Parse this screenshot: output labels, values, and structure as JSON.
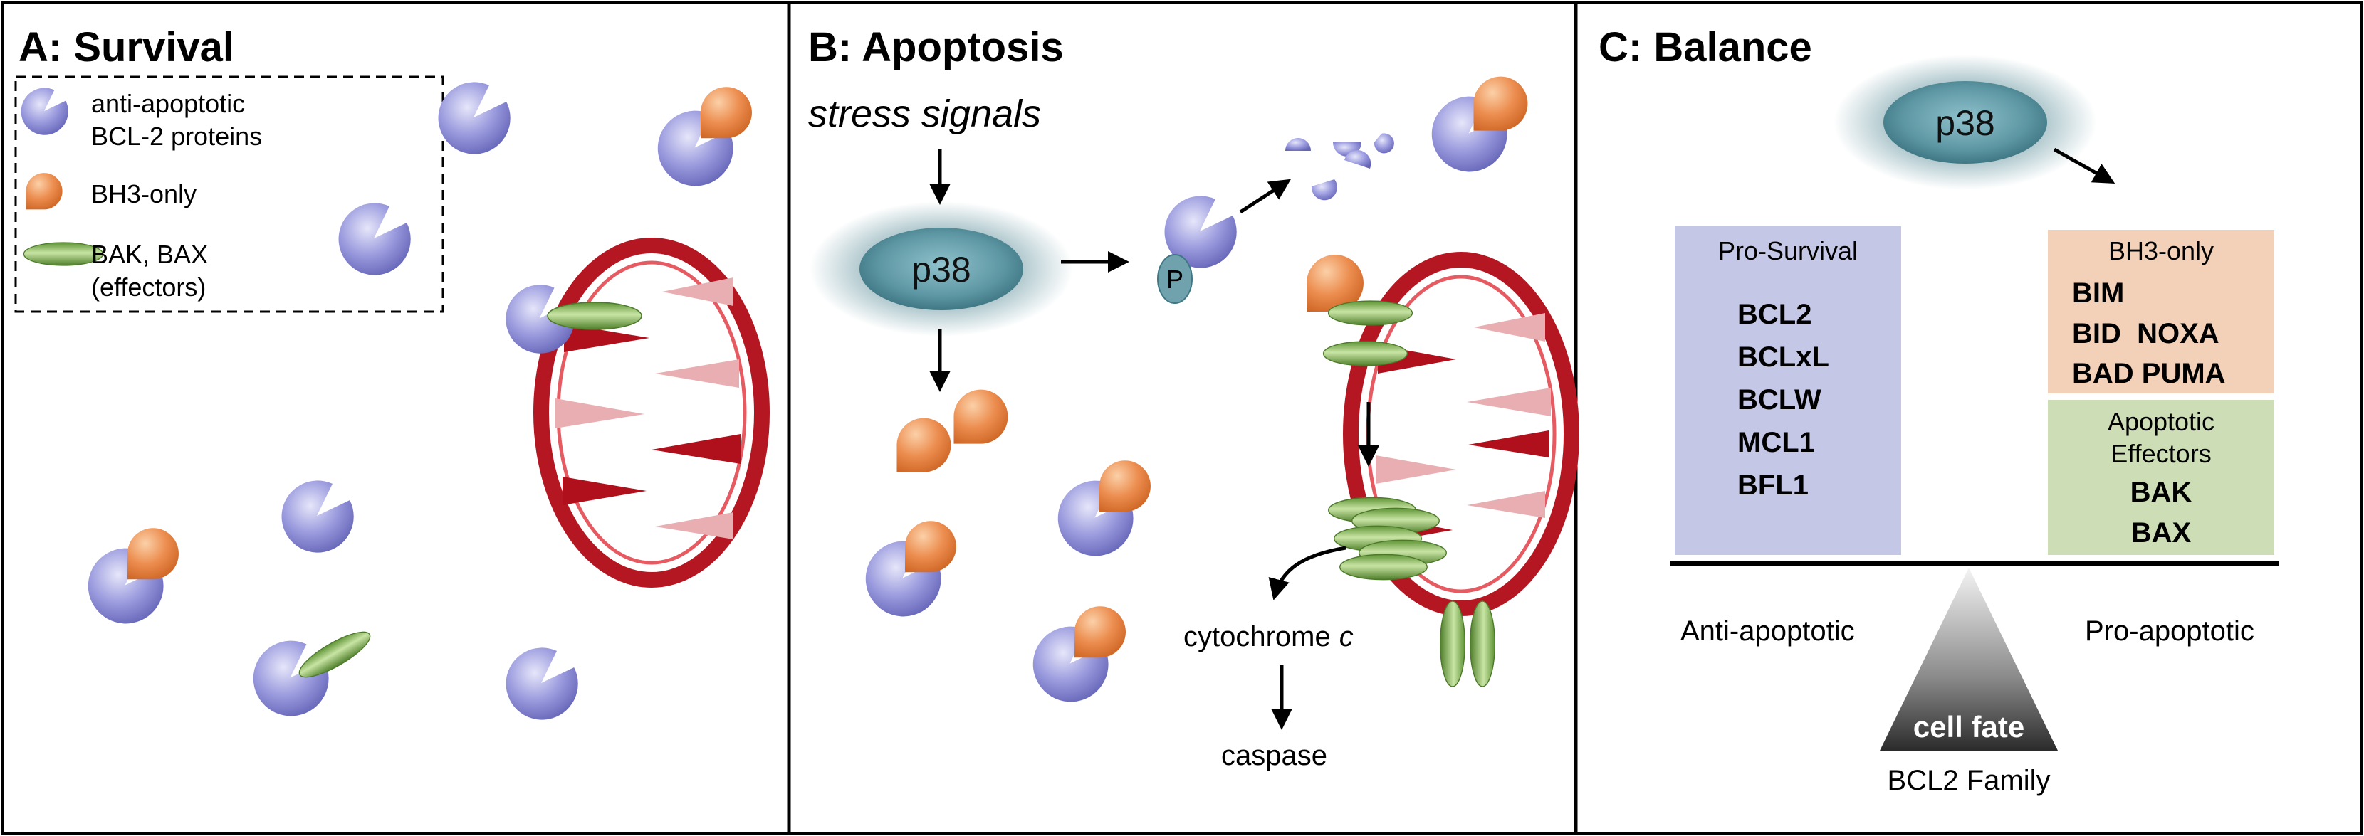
{
  "panels": {
    "a": {
      "title": "A: Survival"
    },
    "b": {
      "title": "B: Apoptosis"
    },
    "c": {
      "title": "C: Balance"
    }
  },
  "legend": {
    "anti_line1": "anti-apoptotic",
    "anti_line2": "BCL-2 proteins",
    "bh3": "BH3-only",
    "effectors_line1": "BAK, BAX",
    "effectors_line2": "(effectors)"
  },
  "apoptosis": {
    "stress": "stress signals",
    "p38": "p38",
    "phospho": "P",
    "cytochrome": "cytochrome",
    "cytochrome_c": "c",
    "caspase": "caspase"
  },
  "balance": {
    "p38": "p38",
    "pro_survival": {
      "heading": "Pro-Survival",
      "items": [
        "BCL2",
        "BCLxL",
        "BCLW",
        "MCL1",
        "BFL1"
      ]
    },
    "bh3_only": {
      "heading": "BH3-only",
      "row1": "BIM",
      "row2": "BID  NOXA",
      "row3": "BAD PUMA"
    },
    "effectors": {
      "heading1": "Apoptotic",
      "heading2": "Effectors",
      "items": [
        "BAK",
        "BAX"
      ]
    },
    "anti_apoptotic": "Anti-apoptotic",
    "pro_apoptotic": "Pro-apoptotic",
    "cell_fate": "cell fate",
    "family": "BCL2 Family"
  },
  "colors": {
    "anti_apoptotic_protein": "#8f8fd6",
    "bh3_only": "#e9874a",
    "effector": "#7fb54a",
    "mitochondrion": "#cc1f2a",
    "p38": "#6fa2ad",
    "pro_survival_box": "#c5c7e6",
    "bh3_box": "#f2d1b8",
    "effector_box": "#cdddb5"
  }
}
